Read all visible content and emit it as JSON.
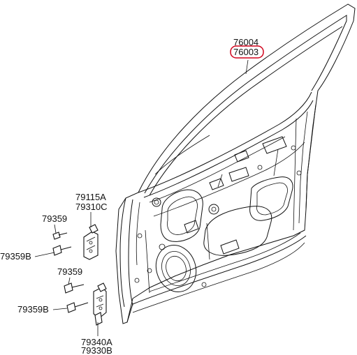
{
  "diagram": {
    "callouts": {
      "door_a": "76004",
      "door_b": "76003",
      "hinge_upper_a": "79115A",
      "hinge_upper_b": "79310C",
      "bolt_upper_a": "79359",
      "bolt_upper_b": "79359B",
      "bolt_lower_a": "79359",
      "bolt_lower_b": "79359B",
      "hinge_lower_a": "79340A",
      "hinge_lower_b": "79330B"
    },
    "highlight_color": "#d0021b"
  }
}
